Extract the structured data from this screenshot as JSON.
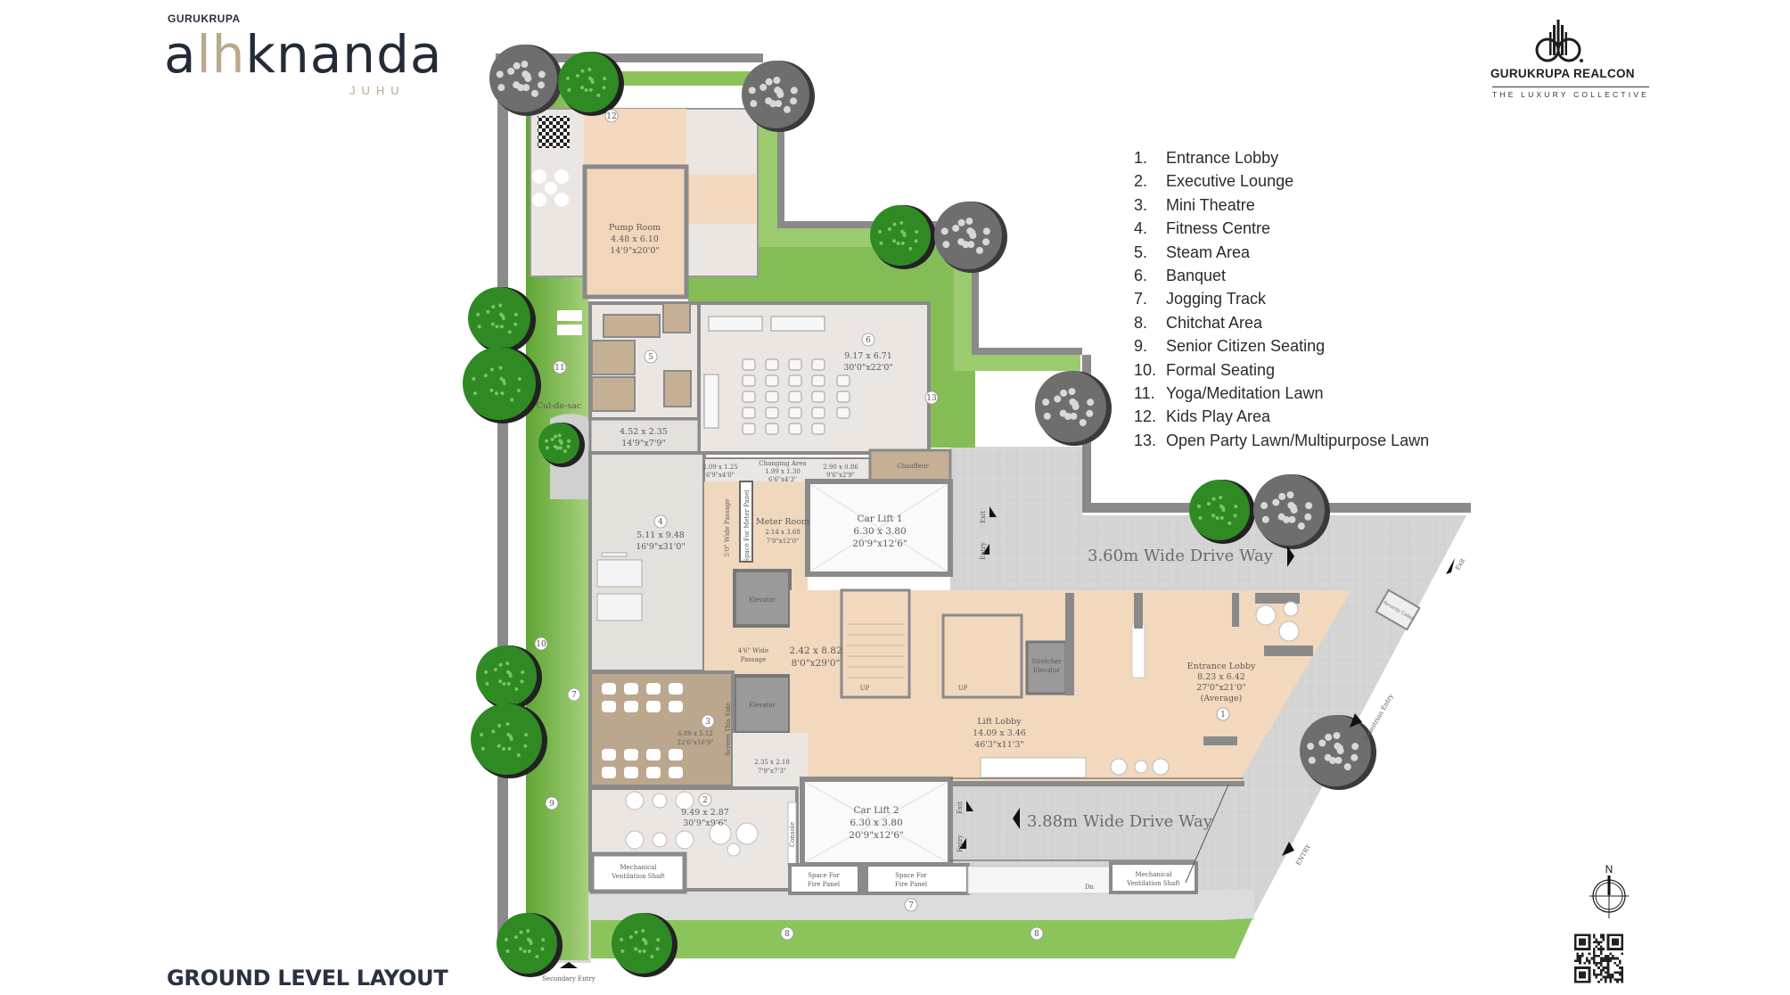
{
  "branding": {
    "developer_small": "GURUKRUPA",
    "project_name_prefix": "a",
    "project_name_accent": "lh",
    "project_name_suffix": "knanda",
    "project_location": "JUHU",
    "company_name": "GURUKRUPA REALCON",
    "company_tagline": "THE LUXURY COLLECTIVE"
  },
  "title": "GROUND LEVEL LAYOUT",
  "legend": {
    "items": [
      {
        "num": "1.",
        "label": "Entrance Lobby"
      },
      {
        "num": "2.",
        "label": "Executive Lounge"
      },
      {
        "num": "3.",
        "label": "Mini Theatre"
      },
      {
        "num": "4.",
        "label": "Fitness Centre"
      },
      {
        "num": "5.",
        "label": "Steam Area"
      },
      {
        "num": "6.",
        "label": "Banquet"
      },
      {
        "num": "7.",
        "label": "Jogging Track"
      },
      {
        "num": "8.",
        "label": "Chitchat Area"
      },
      {
        "num": "9.",
        "label": "Senior Citizen Seating"
      },
      {
        "num": "10.",
        "label": "Formal Seating"
      },
      {
        "num": "11.",
        "label": "Yoga/Meditation Lawn"
      },
      {
        "num": "12.",
        "label": "Kids Play Area"
      },
      {
        "num": "13.",
        "label": "Open Party Lawn/Multipurpose Lawn"
      }
    ]
  },
  "plan": {
    "markers": {
      "m1": "1",
      "m2": "2",
      "m3": "3",
      "m4": "4",
      "m5": "5",
      "m6": "6",
      "m7a": "7",
      "m7b": "7",
      "m8a": "8",
      "m8b": "8",
      "m9": "9",
      "m10": "10",
      "m11": "11",
      "m12": "12",
      "m13": "13"
    },
    "pump_room": {
      "name": "Pump Room",
      "metric": "4.48 x 6.10",
      "imperial": "14'9\"x20'0\""
    },
    "banquet": {
      "metric": "9.17 x 6.71",
      "imperial": "30'0\"x22'0\""
    },
    "cul_de_sac": "Cul-de-sac",
    "steam_lobby": {
      "metric": "4.52 x 2.35",
      "imperial": "14'9\"x7'9\""
    },
    "fitness": {
      "metric": "5.11 x 9.48",
      "imperial": "16'9\"x31'0\""
    },
    "small_room_a": {
      "metric": "2.09 x 1.25",
      "imperial": "6'9\"x4'0\""
    },
    "changing_area": {
      "name": "Changing Area",
      "metric": "1.99 x 1.30",
      "imperial": "6'6\"x4'3\""
    },
    "small_room_b": {
      "metric": "2.90 x 0.86",
      "imperial": "9'6\"x2'9\""
    },
    "chauffeur": "Chauffeur",
    "passage_5": "5'0\" Wide Passage",
    "meter_panel": "Space For Meter Panel",
    "meter_room": {
      "name": "Meter Room",
      "metric": "2.14 x 3.68",
      "imperial": "7'0\"x12'0\""
    },
    "car_lift_1": {
      "name": "Car Lift 1",
      "metric": "6.30 x 3.80",
      "imperial": "20'9\"x12'6\""
    },
    "elevator_1": "Elevator",
    "elevator_2": "Elevator",
    "passage_4": {
      "line1": "4'6\" Wide",
      "line2": "Passage"
    },
    "corridor": {
      "metric": "2.42 x 8.82",
      "imperial": "8'0\"x29'0\""
    },
    "up_1": "UP",
    "up_2": "UP",
    "stretcher_elevator": {
      "line1": "Stretcher",
      "line2": "Elevator"
    },
    "entrance_lobby": {
      "name": "Entrance Lobby",
      "metric": "8.23 x 6.42",
      "imperial": "27'0\"x21'0\"",
      "note": "(Average)"
    },
    "lift_lobby": {
      "name": "Lift Lobby",
      "metric": "14.09 x 3.46",
      "imperial": "46'3\"x11'3\""
    },
    "mini_theatre": {
      "metric": "6.89 x 5.12",
      "imperial": "22'6\"x16'9\"",
      "screen": "Screen This Side"
    },
    "small_room_c": {
      "metric": "2.35 x 2.18",
      "imperial": "7'9\"x7'3\""
    },
    "exec_lounge": {
      "metric": "9.49 x 2.87",
      "imperial": "30'9\"x9'6\""
    },
    "console": "Console",
    "car_lift_2": {
      "name": "Car Lift 2",
      "metric": "6.30 x 3.80",
      "imperial": "20'9\"x12'6\""
    },
    "mech_shaft_1": {
      "line1": "Mechanical",
      "line2": "Ventilation Shaft"
    },
    "mech_shaft_2": {
      "line1": "Mechanical",
      "line2": "Ventilation Shaft"
    },
    "fire_panel_1": {
      "line1": "Space For",
      "line2": "Fire Panel"
    },
    "fire_panel_2": {
      "line1": "Space For",
      "line2": "Fire Panel"
    },
    "dn": "Dn",
    "drive_top": "3.60m Wide Drive Way",
    "drive_bottom": "3.88m Wide Drive Way",
    "exit_1": "Exit",
    "entry_1": "Entry",
    "exit_2": "Exit",
    "entry_2": "Entry",
    "exit_3": "Exit",
    "pedestrian_entry": "Pedestrian Entry",
    "security_cabin": "Security Cabin",
    "main_entry": "ENTRY",
    "secondary_entry": "Secondary Entry"
  },
  "compass": {
    "north": "N"
  },
  "colors": {
    "lawn": "#7ab648",
    "peach": "#f2d8bd",
    "floor": "#ebe6e1",
    "drive": "#d6d6d6",
    "wall": "#8e8e8e",
    "brown": "#bba78d"
  }
}
